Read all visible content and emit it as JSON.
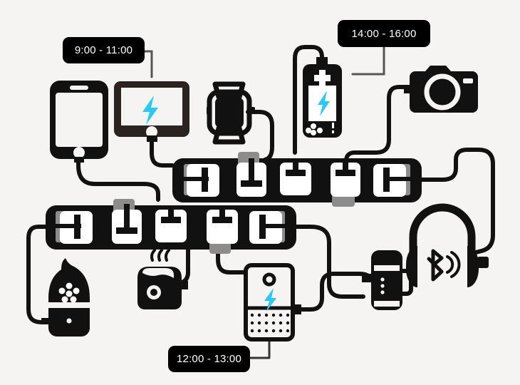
{
  "diagram": {
    "title": "Device charging schedule with smart power strips",
    "background_color": "#f5f4f3",
    "ink_color": "#000000",
    "accent_color": "#29c9f5",
    "cable_color": "#111111"
  },
  "time_labels": [
    {
      "id": "morning",
      "text": "9:00 - 11:00",
      "device": "tablet"
    },
    {
      "id": "afternoon",
      "text": "14:00 - 16:00",
      "device": "handheld-game-console"
    },
    {
      "id": "noon",
      "text": "12:00 - 13:00",
      "device": "air-purifier"
    }
  ],
  "power_strips": [
    {
      "id": "upper-power-strip",
      "socket_count": 5,
      "sockets": [
        {
          "index": 1,
          "brand": "Socket",
          "state": "occupied",
          "plug": "horizontal"
        },
        {
          "index": 2,
          "brand": "Socket",
          "state": "occupied",
          "plug": "vertical"
        },
        {
          "index": 3,
          "brand": "Socket",
          "state": "occupied",
          "plug": "vertical"
        },
        {
          "index": 4,
          "brand": "Socket",
          "state": "occupied",
          "plug": "vertical"
        },
        {
          "index": 5,
          "brand": "Socket",
          "state": "occupied",
          "plug": "horizontal"
        }
      ]
    },
    {
      "id": "lower-power-strip",
      "socket_count": 5,
      "sockets": [
        {
          "index": 1,
          "brand": "Socket",
          "state": "occupied",
          "plug": "horizontal"
        },
        {
          "index": 2,
          "brand": "Socket",
          "state": "occupied",
          "plug": "vertical"
        },
        {
          "index": 3,
          "brand": "Socket",
          "state": "occupied",
          "plug": "vertical"
        },
        {
          "index": 4,
          "brand": "Socket",
          "state": "occupied",
          "plug": "vertical"
        },
        {
          "index": 5,
          "brand": "Socket",
          "state": "occupied",
          "plug": "horizontal"
        }
      ]
    }
  ],
  "devices": [
    {
      "id": "smartphone",
      "name": "Smartphone",
      "charging_indicator": false,
      "strip": "upper-power-strip",
      "socket": 1
    },
    {
      "id": "tablet",
      "name": "Tablet",
      "charging_indicator": true,
      "strip": "upper-power-strip",
      "socket": 2
    },
    {
      "id": "smartwatch",
      "name": "Smartwatch",
      "charging_indicator": false,
      "strip": "upper-power-strip",
      "socket": 3
    },
    {
      "id": "handheld-game-console",
      "name": "Handheld game console",
      "charging_indicator": true,
      "strip": "upper-power-strip",
      "socket": 3
    },
    {
      "id": "camera",
      "name": "Camera",
      "charging_indicator": false,
      "strip": "upper-power-strip",
      "socket": 4
    },
    {
      "id": "headphones",
      "name": "Bluetooth headphones",
      "charging_indicator": false,
      "strip": "upper-power-strip",
      "socket": 5
    },
    {
      "id": "aroma-diffuser",
      "name": "Aroma diffuser",
      "charging_indicator": false,
      "strip": "lower-power-strip",
      "socket": 1
    },
    {
      "id": "electric-kettle",
      "name": "Electric kettle",
      "charging_indicator": false,
      "strip": "lower-power-strip",
      "socket": 2
    },
    {
      "id": "air-purifier",
      "name": "Air purifier",
      "charging_indicator": true,
      "strip": "lower-power-strip",
      "socket": 4
    },
    {
      "id": "portable-speaker",
      "name": "Portable speaker",
      "charging_indicator": false,
      "strip": "lower-power-strip",
      "socket": 5
    }
  ]
}
